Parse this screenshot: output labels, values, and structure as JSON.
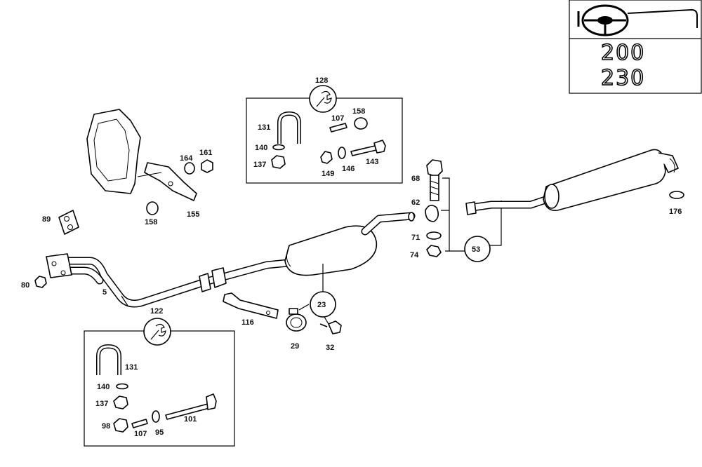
{
  "logo": {
    "models": [
      "200",
      "230"
    ]
  },
  "callouts": {
    "c128": "128",
    "c122": "122",
    "c23": "23",
    "c53": "53"
  },
  "labels": {
    "p131a": "131",
    "p107a": "107",
    "p158a": "158",
    "p140a": "140",
    "p137a": "137",
    "p149": "149",
    "p146": "146",
    "p143": "143",
    "p164": "164",
    "p161": "161",
    "p158b": "158",
    "p155": "155",
    "p89": "89",
    "p80": "80",
    "p5": "5",
    "p68": "68",
    "p62": "62",
    "p71": "71",
    "p74": "74",
    "p176": "176",
    "p116": "116",
    "p29": "29",
    "p32": "32",
    "p131b": "131",
    "p140b": "140",
    "p137b": "137",
    "p98": "98",
    "p107b": "107",
    "p95": "95",
    "p101": "101"
  }
}
